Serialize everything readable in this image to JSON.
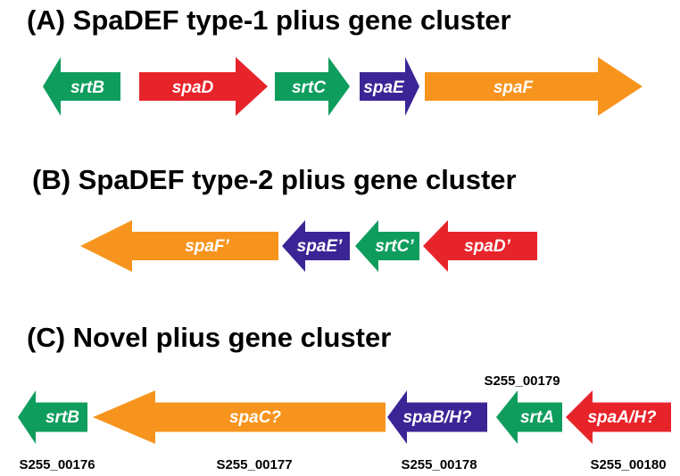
{
  "colors": {
    "srt": "#0f9d5e",
    "spaD": "#e8242b",
    "spaE": "#3b2596",
    "spaF": "#f7941d",
    "label": "#ffffff",
    "text": "#000000"
  },
  "panels": [
    {
      "id": "A",
      "title": "(A) SpaDEF type-1 plius gene cluster",
      "genes": [
        {
          "id": "srtB",
          "label": "srtB",
          "color": "srt",
          "direction": "left"
        },
        {
          "id": "spaD",
          "label": "spaD",
          "color": "spaD",
          "direction": "right"
        },
        {
          "id": "srtC",
          "label": "srtC",
          "color": "srt",
          "direction": "right"
        },
        {
          "id": "spaE",
          "label": "spaE",
          "color": "spaE",
          "direction": "right"
        },
        {
          "id": "spaF",
          "label": "spaF",
          "color": "spaF",
          "direction": "right"
        }
      ]
    },
    {
      "id": "B",
      "title": "(B) SpaDEF type-2 plius gene cluster",
      "genes": [
        {
          "id": "spaF-prime",
          "label": "spaF’",
          "color": "spaF",
          "direction": "left"
        },
        {
          "id": "spaE-prime",
          "label": "spaE’",
          "color": "spaE",
          "direction": "left"
        },
        {
          "id": "srtC-prime",
          "label": "srtC’",
          "color": "srt",
          "direction": "left"
        },
        {
          "id": "spaD-prime",
          "label": "spaD’",
          "color": "spaD",
          "direction": "left"
        }
      ]
    },
    {
      "id": "C",
      "title": "(C) Novel plius gene cluster",
      "genes": [
        {
          "id": "srtB-novel",
          "label": "srtB",
          "color": "srt",
          "direction": "left",
          "locus": "S255_00176"
        },
        {
          "id": "spaC",
          "label": "spaC?",
          "color": "spaF",
          "direction": "left",
          "locus": "S255_00177"
        },
        {
          "id": "spaBH",
          "label": "spaB/H?",
          "color": "spaE",
          "direction": "left",
          "locus": "S255_00178"
        },
        {
          "id": "srtA",
          "label": "srtA",
          "color": "srt",
          "direction": "left",
          "locus": "S255_00179"
        },
        {
          "id": "spaAH",
          "label": "spaA/H?",
          "color": "spaD",
          "direction": "left",
          "locus": "S255_00180"
        }
      ]
    }
  ]
}
